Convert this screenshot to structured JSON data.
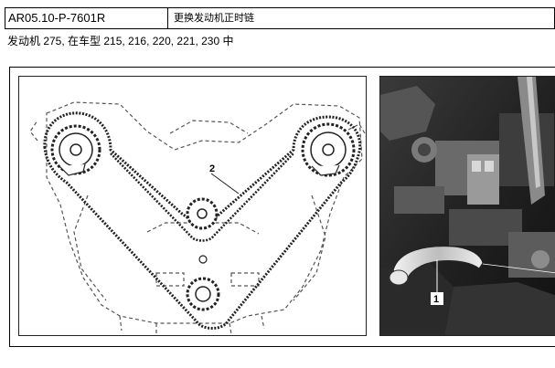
{
  "header": {
    "code": "AR05.10-P-7601R",
    "title": "更换发动机正时链"
  },
  "subtitle": "发动机   275, 在车型 215, 216, 220, 221, 230 中",
  "figure": {
    "diagram_callout": "2",
    "photo_callout": "1"
  }
}
